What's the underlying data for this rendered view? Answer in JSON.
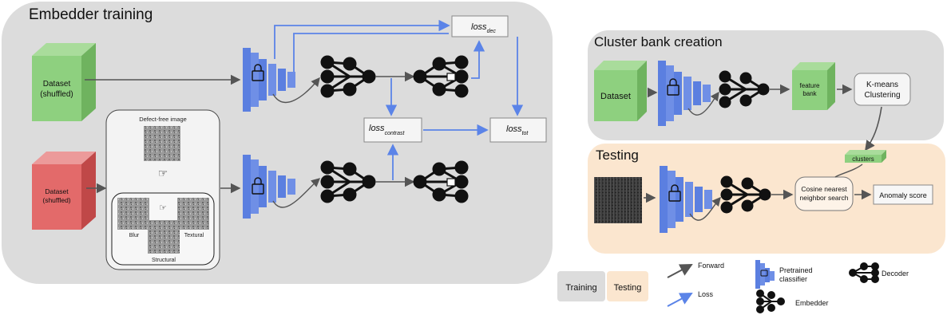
{
  "panels": {
    "embedder_training": {
      "title": "Embedder training"
    },
    "cluster_bank": {
      "title": "Cluster bank creation"
    },
    "testing": {
      "title": "Testing"
    }
  },
  "embedder": {
    "dataset_green": {
      "line1": "Dataset",
      "line2": "(shuffled)"
    },
    "dataset_red": {
      "line1": "Dataset",
      "line2": "(shuffled)"
    },
    "augment": {
      "defect_free_label": "Defect-free image",
      "blur_label": "Blur",
      "textural_label": "Textural",
      "structural_label": "Structural"
    },
    "losses": {
      "dec": {
        "main": "loss",
        "sub": "dec"
      },
      "contrast": {
        "main": "loss",
        "sub": "contrast"
      },
      "tot": {
        "main": "loss",
        "sub": "tot"
      }
    }
  },
  "cluster": {
    "dataset_label": "Dataset",
    "feature_bank": {
      "line1": "feature",
      "line2": "bank"
    },
    "kmeans": {
      "line1": "K-means",
      "line2": "Clustering"
    }
  },
  "testing": {
    "clusters_label": "clusters",
    "cosine": {
      "line1": "Cosine nearest",
      "line2": "neighbor search"
    },
    "anomaly_label": "Anomaly score"
  },
  "legend": {
    "training": "Training",
    "testing": "Testing",
    "forward": "Forward",
    "loss": "Loss",
    "pretrained": {
      "line1": "Pretrained",
      "line2": "classifier"
    },
    "decoder": "Decoder",
    "embedder": "Embedder"
  },
  "colors": {
    "panel_gray": "#dcdcdc",
    "testing_peach": "#fbe6cf",
    "green_cube": "#8ed07f",
    "red_cube": "#e36a6a",
    "blue_encoder": "#5b7fe0",
    "forward_arrow": "#555555",
    "loss_arrow": "#5b84e8"
  }
}
